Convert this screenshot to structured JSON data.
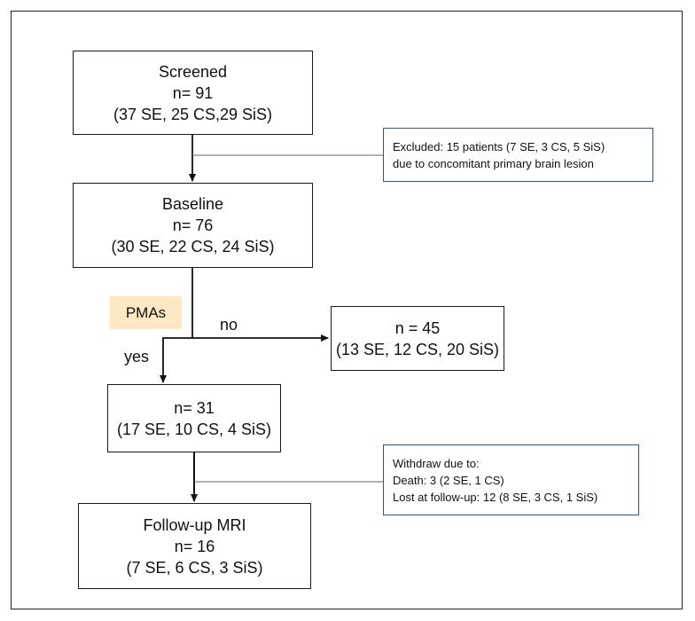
{
  "screened": {
    "title": "Screened",
    "n": "n= 91",
    "detail": "(37 SE, 25 CS,29 SiS)"
  },
  "excluded": {
    "line1": "Excluded: 15 patients (7 SE, 3 CS, 5 SiS)",
    "line2": "due to concomitant primary brain lesion"
  },
  "baseline": {
    "title": "Baseline",
    "n": "n= 76",
    "detail": "(30 SE, 22 CS, 24 SiS)"
  },
  "pmas": {
    "label": "PMAs"
  },
  "branch": {
    "no": "no",
    "yes": "yes"
  },
  "no_group": {
    "n": "n = 45",
    "detail": "(13 SE, 12 CS, 20 SiS)"
  },
  "yes_group": {
    "n": "n= 31",
    "detail": "(17 SE, 10 CS, 4 SiS)"
  },
  "withdraw": {
    "line1": "Withdraw due to:",
    "line2": "Death: 3 (2 SE, 1 CS)",
    "line3": "Lost at follow-up: 12 (8 SE, 3 CS, 1 SiS)"
  },
  "followup": {
    "title": "Follow-up MRI",
    "n": "n= 16",
    "detail": "(7 SE, 6 CS, 3 SiS)"
  }
}
